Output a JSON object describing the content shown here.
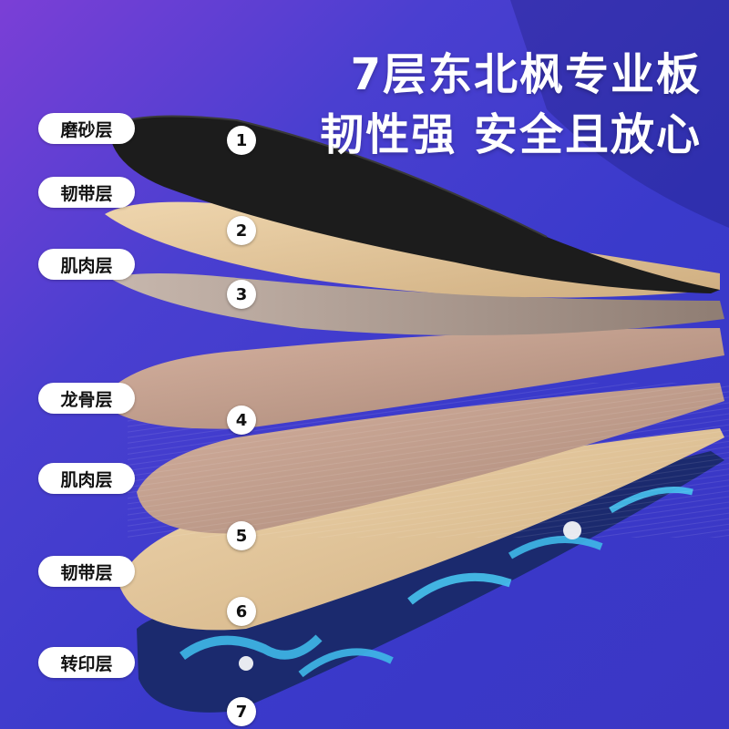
{
  "headline": {
    "line1": "7层东北枫专业板",
    "line2": "韧性强 安全且放心"
  },
  "layers": [
    {
      "number": "1",
      "label": "磨砂层"
    },
    {
      "number": "2",
      "label": "韧带层"
    },
    {
      "number": "3",
      "label": "肌肉层"
    },
    {
      "number": "4",
      "label": "龙骨层"
    },
    {
      "number": "5",
      "label": "肌肉层"
    },
    {
      "number": "6",
      "label": "韧带层"
    },
    {
      "number": "7",
      "label": "转印层"
    }
  ],
  "colors": {
    "background_top": "#7b3fd6",
    "background_bottom": "#3b36c4",
    "grip_tape": "#1c1c1c",
    "light_maple": "#e2c69c",
    "dark_maple": "#b89a8c",
    "print_layer": "#1b2a6e",
    "print_accent": "#3fb8e8"
  }
}
